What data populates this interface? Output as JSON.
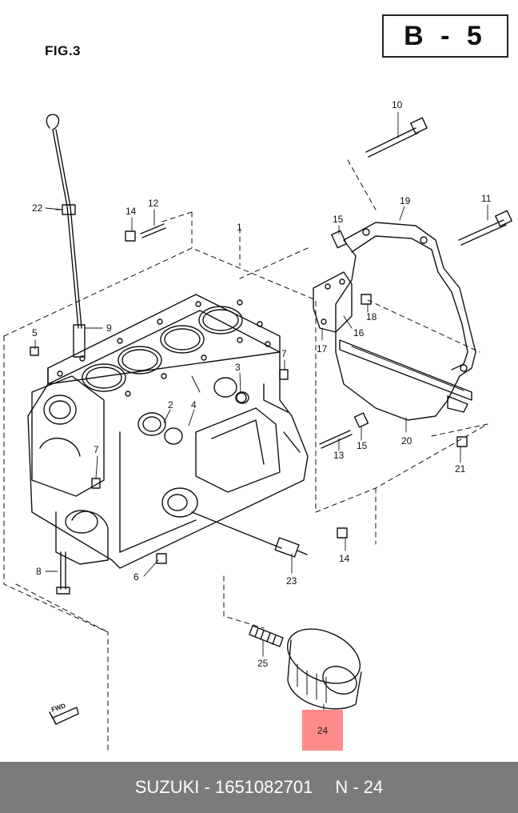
{
  "figure": {
    "label": "FIG.3",
    "page": "B - 5",
    "direction_label": "FWD"
  },
  "callouts": [
    {
      "id": "c1",
      "text": "1"
    },
    {
      "id": "c2",
      "text": "2"
    },
    {
      "id": "c3",
      "text": "3"
    },
    {
      "id": "c4",
      "text": "4"
    },
    {
      "id": "c5",
      "text": "5"
    },
    {
      "id": "c6",
      "text": "6"
    },
    {
      "id": "c7a",
      "text": "7"
    },
    {
      "id": "c7b",
      "text": "7"
    },
    {
      "id": "c8",
      "text": "8"
    },
    {
      "id": "c9",
      "text": "9"
    },
    {
      "id": "c10",
      "text": "10"
    },
    {
      "id": "c11",
      "text": "11"
    },
    {
      "id": "c12",
      "text": "12"
    },
    {
      "id": "c13",
      "text": "13"
    },
    {
      "id": "c14a",
      "text": "14"
    },
    {
      "id": "c14b",
      "text": "14"
    },
    {
      "id": "c15a",
      "text": "15"
    },
    {
      "id": "c15b",
      "text": "15"
    },
    {
      "id": "c16",
      "text": "16"
    },
    {
      "id": "c17",
      "text": "17"
    },
    {
      "id": "c18",
      "text": "18"
    },
    {
      "id": "c19",
      "text": "19"
    },
    {
      "id": "c20",
      "text": "20"
    },
    {
      "id": "c21",
      "text": "21"
    },
    {
      "id": "c22",
      "text": "22"
    },
    {
      "id": "c23",
      "text": "23"
    },
    {
      "id": "c25",
      "text": "25"
    }
  ],
  "highlighted_part": {
    "text": "24"
  },
  "footer": {
    "brand_part": "SUZUKI - 1651082701",
    "position": "N - 24"
  }
}
